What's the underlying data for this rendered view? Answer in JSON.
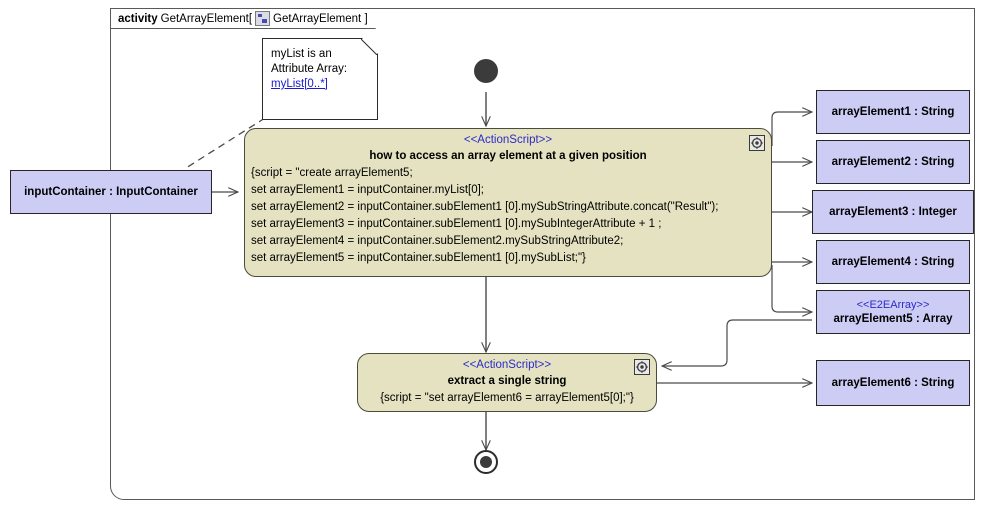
{
  "frame": {
    "keyword": "activity",
    "name": "GetArrayElement[",
    "icon": "activity-diagram-icon",
    "inner_name": "GetArrayElement ]"
  },
  "note": {
    "name": "attribute-array-note",
    "line1": "myList is an",
    "line2": "Attribute Array:",
    "link": "myList[0..*]"
  },
  "input_node": {
    "label": "inputContainer : InputContainer"
  },
  "action1": {
    "stereotype": "<<ActionScript>>",
    "title": "how to access an array element at a given position",
    "script_lines": [
      "{script = \"create arrayElement5;",
      "set arrayElement1 = inputContainer.myList[0];",
      "set arrayElement2 = inputContainer.subElement1 [0].mySubStringAttribute.concat(\"Result\");",
      "set arrayElement3 = inputContainer.subElement1 [0].mySubIntegerAttribute + 1 ;",
      "set arrayElement4 = inputContainer.subElement2.mySubStringAttribute2;",
      "set arrayElement5 = inputContainer.subElement1 [0].mySubList;\"}"
    ],
    "cog_icon": "gear-icon"
  },
  "action2": {
    "stereotype": "<<ActionScript>>",
    "title": "extract a single string",
    "script_lines": [
      "{script = \"set arrayElement6 = arrayElement5[0];\"}"
    ],
    "cog_icon": "gear-icon"
  },
  "object_nodes": [
    {
      "key": "arrayElement1",
      "stereotype": "",
      "label": "arrayElement1 : String"
    },
    {
      "key": "arrayElement2",
      "stereotype": "",
      "label": "arrayElement2 : String"
    },
    {
      "key": "arrayElement3",
      "stereotype": "",
      "label": "arrayElement3 : Integer"
    },
    {
      "key": "arrayElement4",
      "stereotype": "",
      "label": "arrayElement4 : String"
    },
    {
      "key": "arrayElement5",
      "stereotype": "<<E2EArray>>",
      "label": "arrayElement5 : Array"
    },
    {
      "key": "arrayElement6",
      "stereotype": "",
      "label": "arrayElement6 : String"
    }
  ],
  "colors": {
    "action_fill": "#e4e2c0",
    "object_fill": "#ccccf5",
    "stereotype_text": "#2b2bc8",
    "link_text": "#1a1ad0",
    "line": "#4a4a4a",
    "node_fill": "#3b3b3b"
  }
}
